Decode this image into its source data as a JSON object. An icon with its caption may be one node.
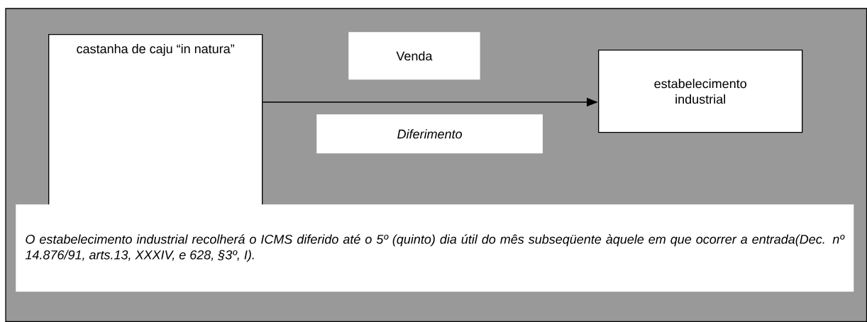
{
  "diagram": {
    "nodes": [
      {
        "text": [
          "castanha de caju “in natura”"
        ]
      },
      {
        "text": [
          "Venda"
        ]
      },
      {
        "text": [
          "estabelecimento industrial"
        ]
      },
      {
        "text": [
          "Diferimento"
        ]
      },
      {
        "text": [
          "O estabelecimento industrial recolherá o ICMS diferido até o 5º (quinto) dia útil do mês subseqüente àquele em que ocorrer a entrada(Dec. nº 14.876/91, arts.13, XXXIV, e 628, §3º, I)."
        ]
      }
    ],
    "edges": [
      {
        "from": 0,
        "to": 2,
        "arrow": "to"
      }
    ]
  }
}
